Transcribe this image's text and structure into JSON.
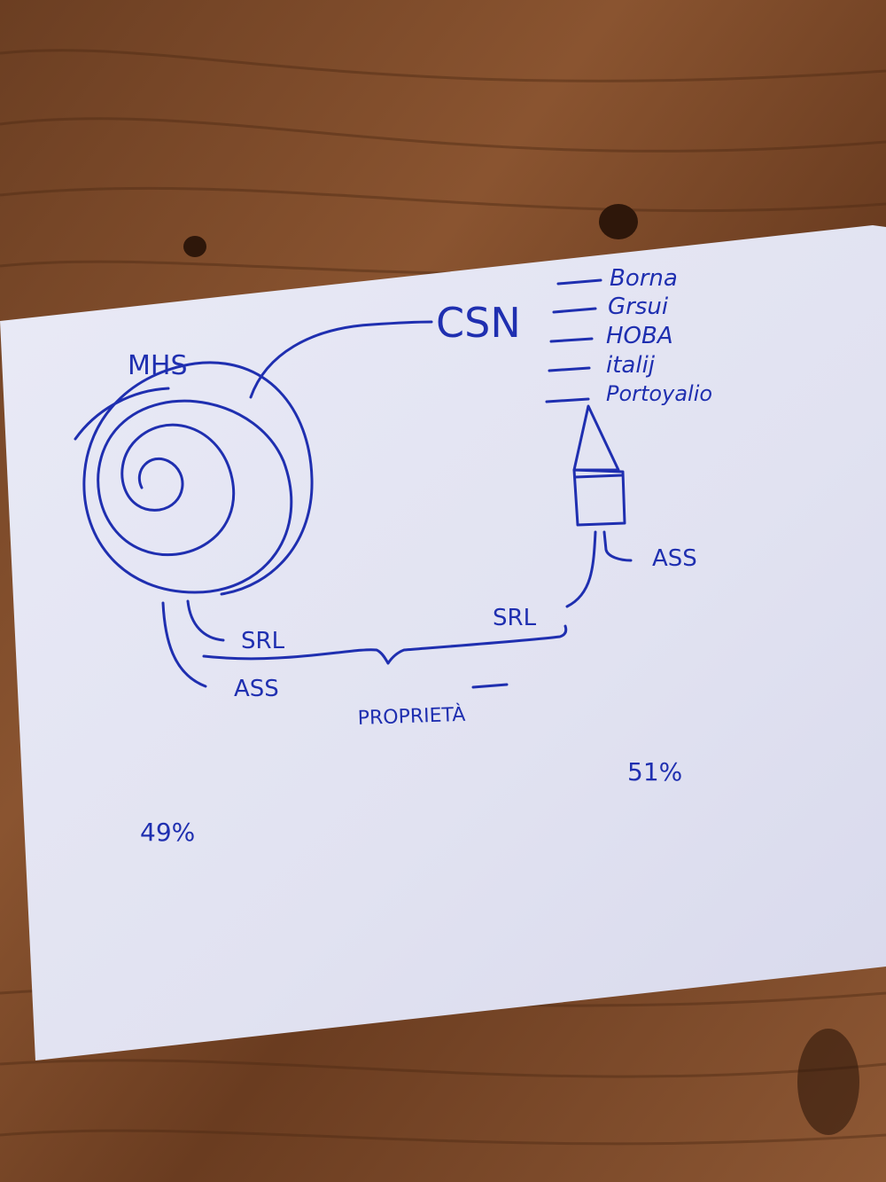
{
  "labels": {
    "mhs": "MHS",
    "csn": "CSN",
    "csn_list": [
      "Borna",
      "Grsui",
      "HOBA",
      "italij",
      "Portoyalio"
    ],
    "ass_right": "ASS",
    "srl_right": "SRL",
    "srl_left": "SRL",
    "ass_left": "ASS",
    "proprieta": "PROPRIETÀ",
    "pct_left": "49%",
    "pct_right": "51%"
  },
  "colors": {
    "ink": "#1f2fb0",
    "paper": "#e4e5f4",
    "wood": "#7a4a2a"
  }
}
